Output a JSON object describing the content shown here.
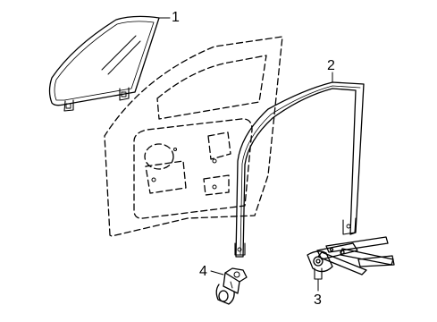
{
  "diagram": {
    "callouts": [
      {
        "id": "1",
        "label": "1"
      },
      {
        "id": "2",
        "label": "2"
      },
      {
        "id": "3",
        "label": "3"
      },
      {
        "id": "4",
        "label": "4"
      }
    ],
    "colors": {
      "stroke": "#000000",
      "background": "#ffffff"
    }
  }
}
